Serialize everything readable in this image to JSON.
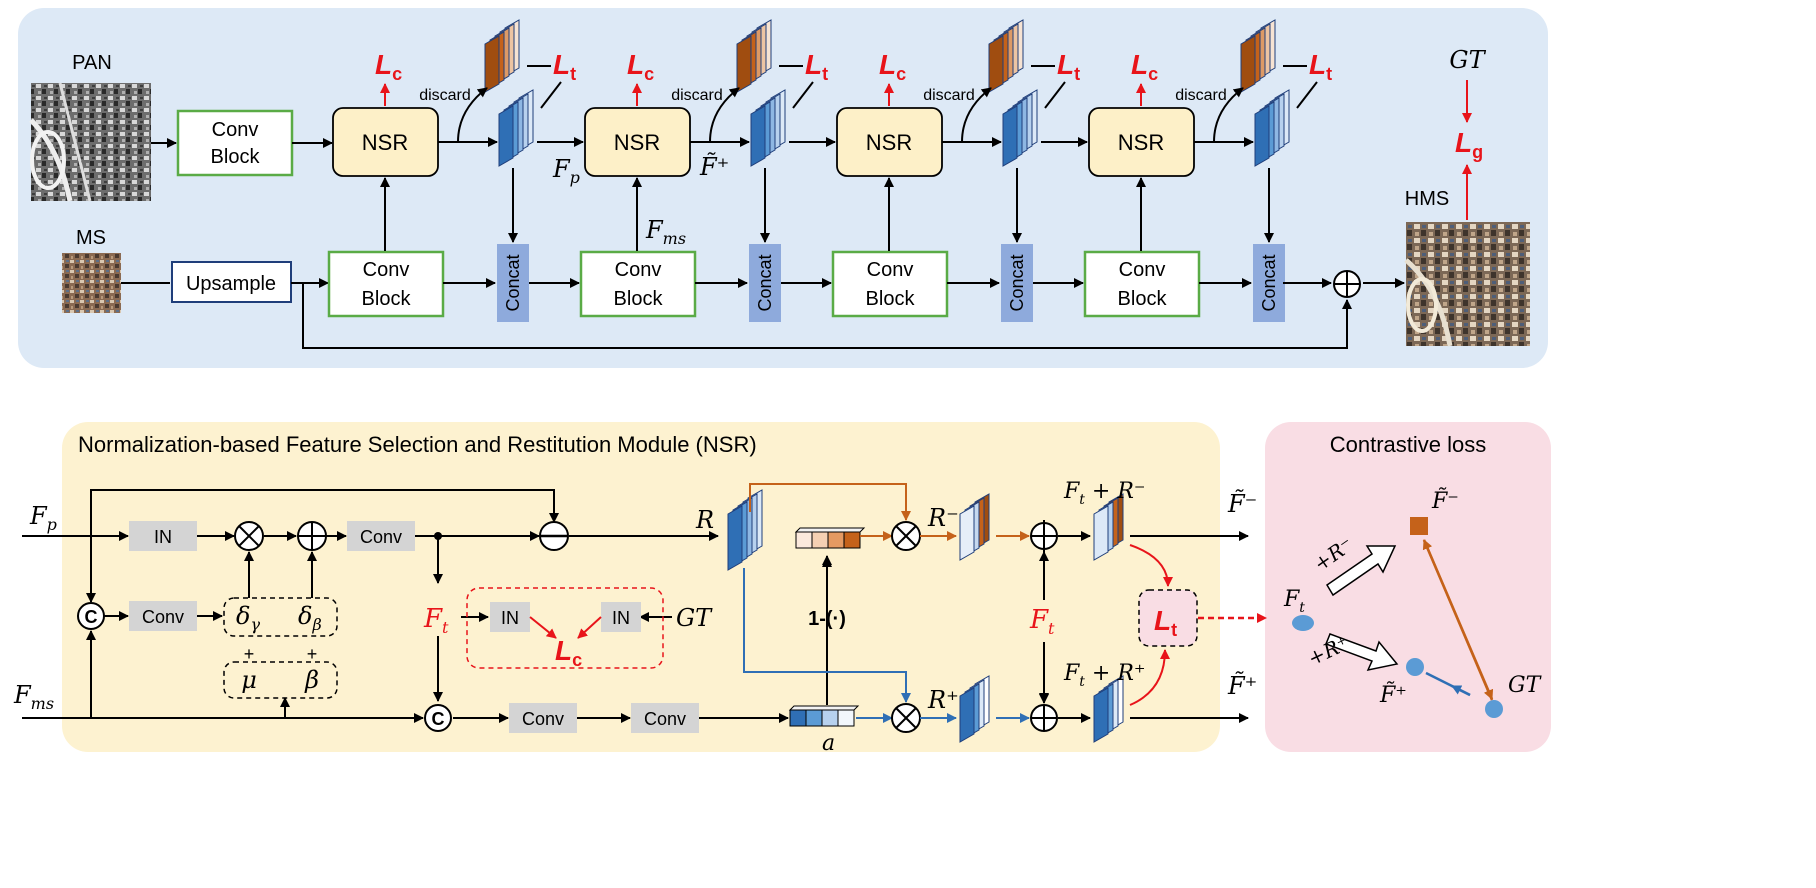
{
  "top": {
    "pan_label": "PAN",
    "ms_label": "MS",
    "hms_label": "HMS",
    "gt_label": "GT",
    "conv_block": "Conv\nBlock",
    "conv_block_line1": "Conv",
    "conv_block_line2": "Block",
    "upsample": "Upsample",
    "nsr": "NSR",
    "concat": "Concat",
    "discard": "discard",
    "loss_c": "L",
    "loss_c_sub": "c",
    "loss_t": "L",
    "loss_t_sub": "t",
    "loss_g": "L",
    "loss_g_sub": "g",
    "fp": "F",
    "fp_sub": "p",
    "fms": "F",
    "fms_sub": "ms",
    "ftilde_plus": "F̃⁺"
  },
  "nsr": {
    "title": "Normalization-based Feature  Selection and Restitution Module (NSR)",
    "fp": "F",
    "fp_sub": "p",
    "fms": "F",
    "fms_sub": "ms",
    "in_label": "IN",
    "conv_label": "Conv",
    "concat_symbol": "C",
    "delta_gamma": "δ",
    "delta_gamma_sub": "γ",
    "delta_beta": "δ",
    "delta_beta_sub": "β",
    "mu": "μ",
    "beta": "β",
    "plus": "+",
    "ft": "F",
    "ft_sub": "t",
    "gt": "GT",
    "lc": "L",
    "lc_sub": "c",
    "r": "R",
    "r_minus": "R⁻",
    "r_plus": "R⁺",
    "one_minus": "1-(·)",
    "a": "a",
    "ft_plus_rminus": "F",
    "ft_plus_rminus_rest": " + R⁻",
    "ft_plus_rplus_rest": " + R⁺",
    "lt": "L",
    "lt_sub": "t",
    "ftilde_minus": "F̃⁻",
    "ftilde_plus": "F̃⁺"
  },
  "contrastive": {
    "title": "Contrastive loss",
    "ft": "F",
    "ft_sub": "t",
    "gt": "GT",
    "ftilde_minus": "F̃⁻",
    "ftilde_plus": "F̃⁺",
    "plus_r_minus": "+R⁻",
    "plus_r_plus": "+R⁺"
  },
  "colors": {
    "top_panel": "#dde9f6",
    "nsr_panel": "#fdf2d0",
    "contrastive_panel": "#f9dde4",
    "nsr_box": "#fdf0c8",
    "conv_green": "#5aab46",
    "upsample_blue": "#1f3e7a",
    "concat": "#8eaadc",
    "loss_red": "#e8141a",
    "orange": "#c5621a",
    "blue_arrow": "#2f6fb5",
    "gray_box": "#d4d4d4"
  }
}
